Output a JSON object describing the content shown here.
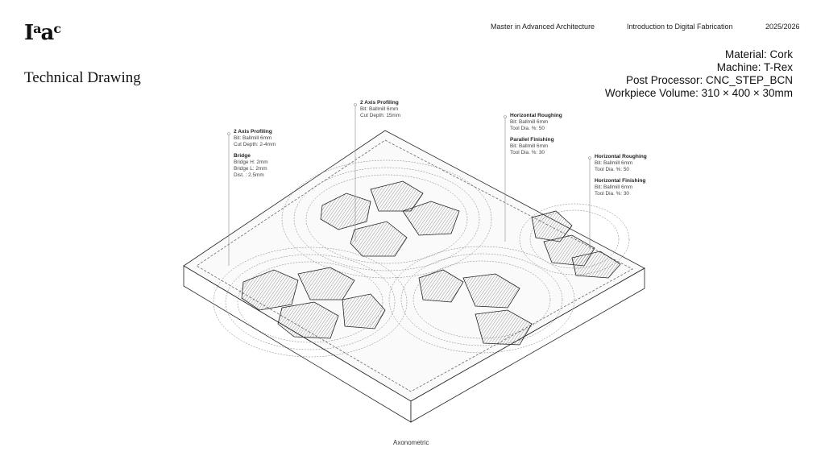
{
  "logo": {
    "text": "Iaac",
    "main": "I",
    "sup1": "a",
    "mid": "a",
    "sup2": "c"
  },
  "title": "Technical Drawing",
  "header": {
    "program": "Master in Advanced Architecture",
    "course": "Introduction to Digital Fabrication",
    "year": "2025/2026"
  },
  "specs": [
    "Material: Cork",
    "Machine: T-Rex",
    "Post Processor: CNC_STEP_BCN",
    "Workpiece Volume: 310 × 400 × 30mm"
  ],
  "annotations": {
    "a1": {
      "title": "2 Axis Profiling",
      "lines": [
        "Bit: Ballmill 6mm",
        "Cut Depth: 2-4mm"
      ],
      "title2": "Bridge",
      "lines2": [
        "Bridge H: 2mm",
        "Bridge L: 2mm",
        "Dist. : 2.5mm"
      ]
    },
    "a2": {
      "title": "2 Axis Profiling",
      "lines": [
        "Bit: Ballmill 6mm",
        "Cut Depth: 15mm"
      ]
    },
    "a3": {
      "title": "Horizontal Roughing",
      "lines": [
        "Bit: Ballmill 6mm",
        "Tool Dia. %: 50"
      ],
      "title2": "Parallel Finishing",
      "lines2": [
        "Bit: Ballmill 6mm",
        "Tool Dia. %: 30"
      ]
    },
    "a4": {
      "title": "Horizontal Roughing",
      "lines": [
        "Bit: Ballmill 6mm",
        "Tool Dia. %: 50"
      ],
      "title2": "Horizontal Finishing",
      "lines2": [
        "Bit: Ballmill 6mm",
        "Tool Dia. %: 30"
      ]
    }
  },
  "caption": "Axonometric"
}
